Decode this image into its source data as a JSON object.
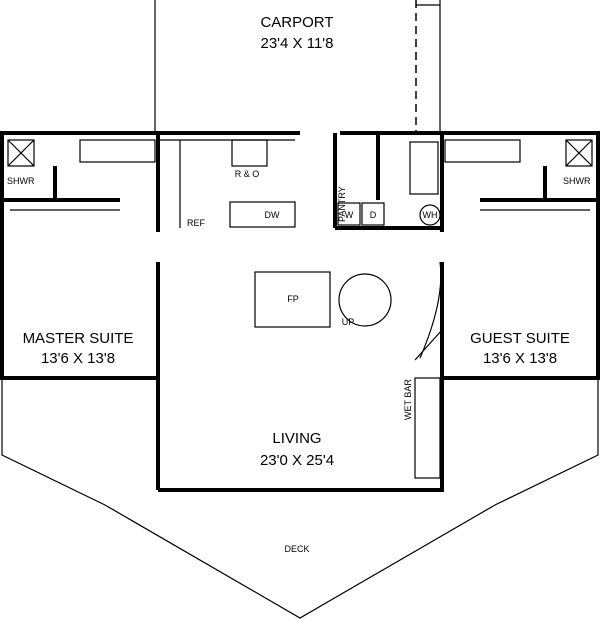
{
  "rooms": {
    "carport": {
      "name": "CARPORT",
      "size": "23'4 X 11'8"
    },
    "master": {
      "name": "MASTER SUITE",
      "size": "13'6 X 13'8"
    },
    "guest": {
      "name": "GUEST SUITE",
      "size": "13'6 X 13'8"
    },
    "living": {
      "name": "LIVING",
      "size": "23'0 X 25'4"
    },
    "deck": {
      "name": "DECK"
    }
  },
  "labels": {
    "shwr_left": "SHWR",
    "shwr_right": "SHWR",
    "range_oven": "R & O",
    "ref": "REF",
    "dw": "DW",
    "pantry": "PANTRY",
    "washer": "W",
    "dryer": "D",
    "water_heater": "WH",
    "fireplace": "FP",
    "stair_up": "UP",
    "wet_bar": "WET BAR"
  }
}
